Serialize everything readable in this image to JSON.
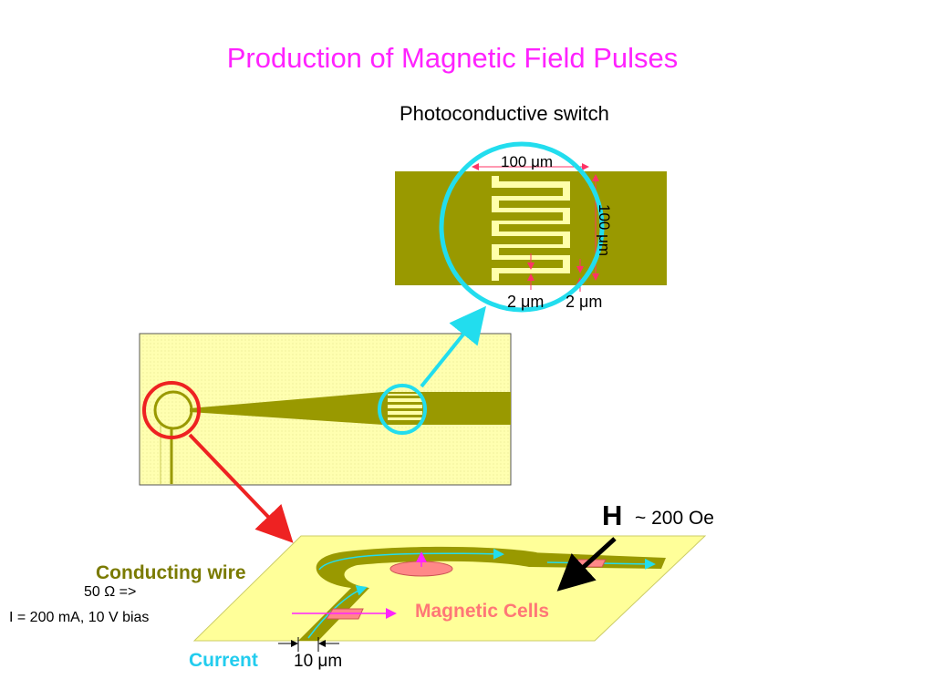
{
  "title": "Production of Magnetic Field Pulses",
  "switch": {
    "label": "Photoconductive switch",
    "width_label": "100 μm",
    "height_label": "100 μm",
    "gap_label_1": "2 μm",
    "gap_label_2": "2 μm"
  },
  "field": {
    "symbol": "H",
    "value": "~ 200 Oe"
  },
  "wire": {
    "label": "Conducting wire",
    "impedance": "50 Ω =>",
    "bias": "I = 200 mA, 10 V bias",
    "width_label": "10 μm"
  },
  "cells_label": "Magnetic Cells",
  "current_label": "Current",
  "colors": {
    "title": "#ff22ff",
    "gold": "#999900",
    "substrate": "#ffffaa",
    "cyan_highlight": "#22ddee",
    "red_highlight": "#ee2222",
    "magnetic_cell": "#ff8888",
    "dimension_line": "#ff3366"
  }
}
